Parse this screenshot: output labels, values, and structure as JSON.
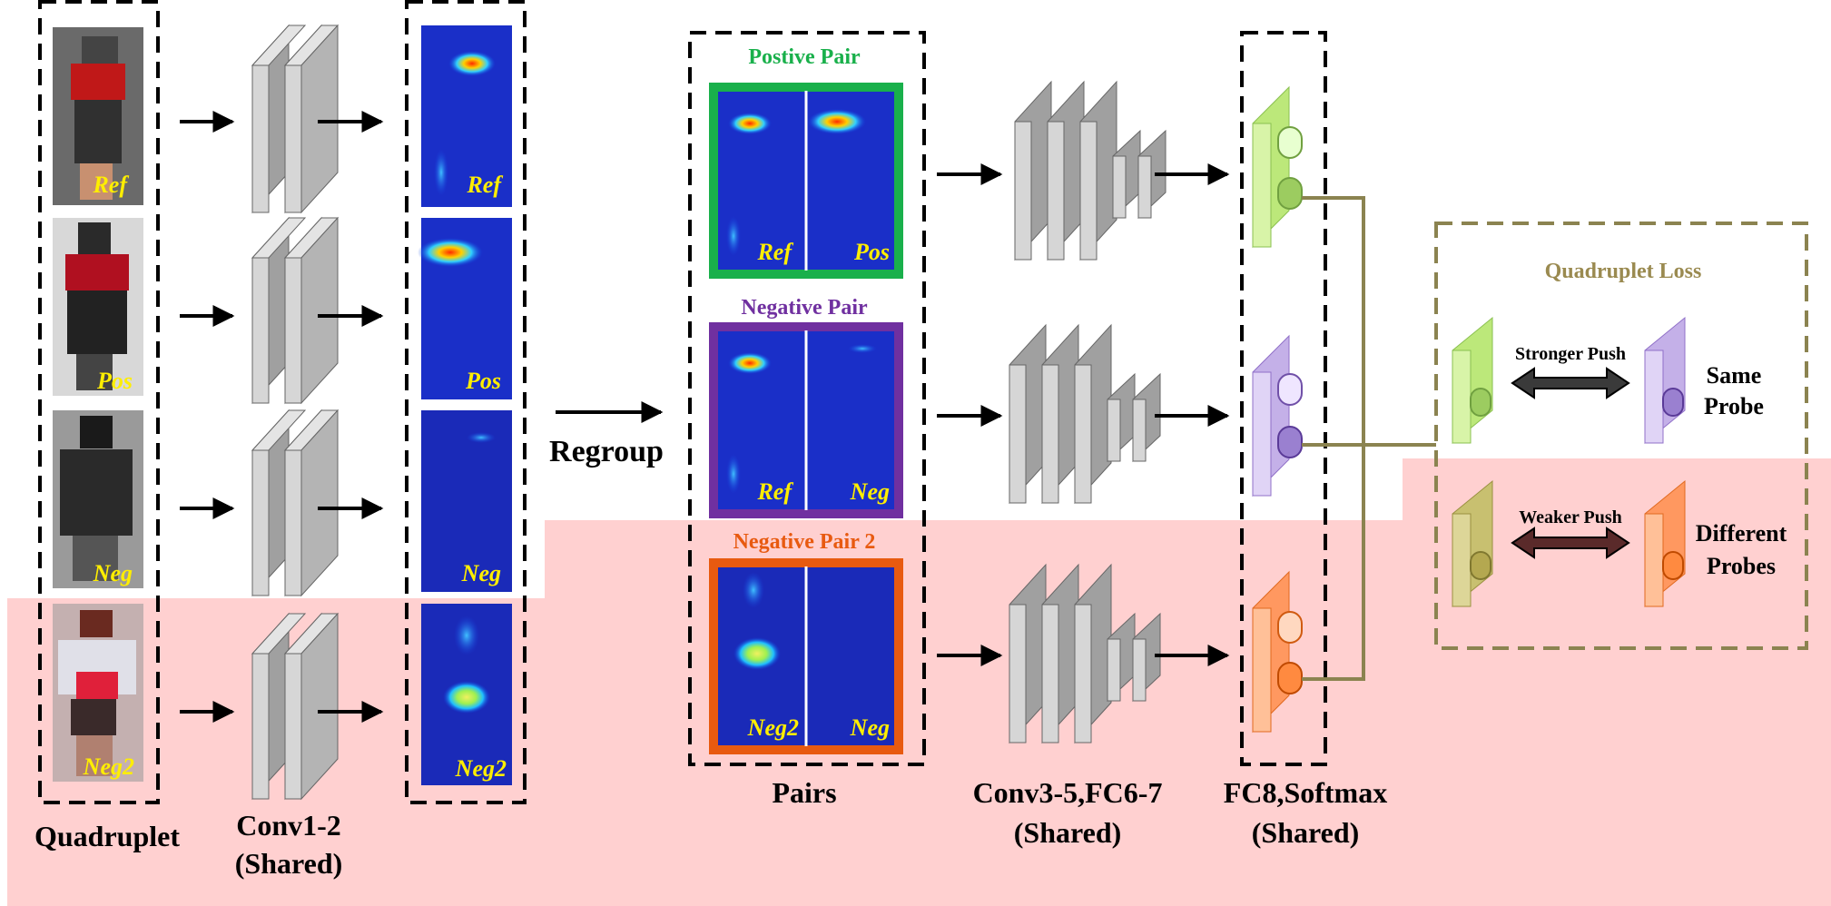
{
  "labels": {
    "quadruplet": "Quadruplet",
    "conv12": "Conv1-2",
    "conv12_shared": "(Shared)",
    "regroup": "Regroup",
    "pairs": "Pairs",
    "conv35": "Conv3-5,FC6-7",
    "conv35_shared": "(Shared)",
    "fc8": "FC8,Softmax",
    "fc8_shared": "(Shared)"
  },
  "tags": {
    "ref": "Ref",
    "pos": "Pos",
    "neg": "Neg",
    "neg2": "Neg2"
  },
  "pairs": {
    "positive": "Postive Pair",
    "negative": "Negative Pair",
    "negative2": "Negative Pair 2"
  },
  "loss": {
    "title": "Quadruplet Loss",
    "stronger": "Stronger Push",
    "weaker": "Weaker Push",
    "same_1": "Same",
    "same_2": "Probe",
    "diff_1": "Different",
    "diff_2": "Probes"
  },
  "colors": {
    "positive": "#19b04b",
    "negative": "#7030a0",
    "negative2": "#e85a10",
    "loss_border": "#8b8350",
    "pink_bg": "#ffd0d0",
    "tag_text": "#ffee00"
  }
}
